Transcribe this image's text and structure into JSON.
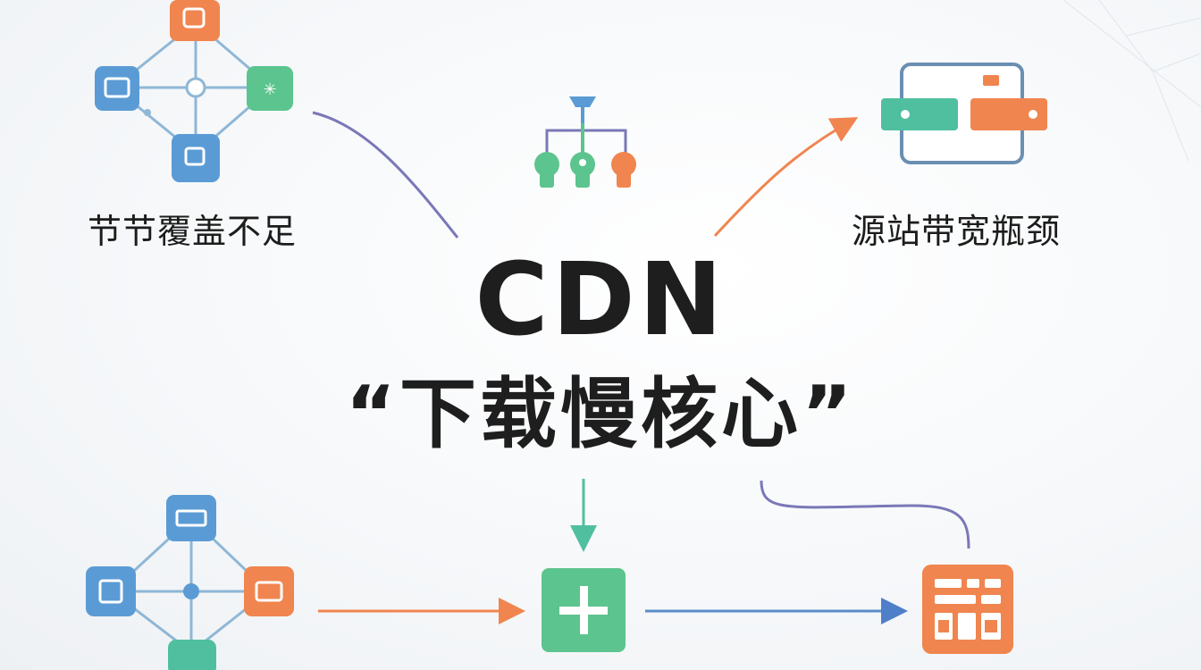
{
  "labels": {
    "left": "节节覆盖不足",
    "right": "源站带宽瓶颈"
  },
  "title": {
    "main": "CDN",
    "sub": "“下载慢核心”"
  },
  "icons": {
    "top_left_network": "node-network-icon",
    "top_center_tree": "hierarchy-tree-icon",
    "top_right_servers": "server-rack-icon",
    "bottom_left_network": "node-network-icon",
    "bottom_center_plus": "plus-icon",
    "bottom_right_dashboard": "dashboard-grid-icon"
  },
  "colors": {
    "blue": "#5b9bd5",
    "green": "#5cc48e",
    "orange": "#f0854f",
    "teal": "#4fbf9f",
    "purple": "#7a78b8",
    "line": "#9cc3d9"
  }
}
